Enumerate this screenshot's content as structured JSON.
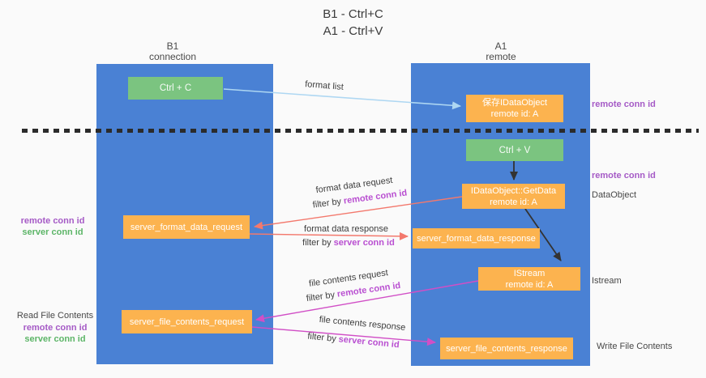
{
  "title": {
    "line1": "B1 - Ctrl+C",
    "line2": "A1 - Ctrl+V"
  },
  "columns": {
    "left": {
      "name": "B1",
      "role": "connection"
    },
    "right": {
      "name": "A1",
      "role": "remote"
    }
  },
  "boxes": {
    "ctrl_c": "Ctrl + C",
    "ctrl_v": "Ctrl + V",
    "save_obj_l1": "保存IDataObject",
    "save_obj_l2": "remote id: A",
    "getdata_l1": "IDataObject::GetData",
    "getdata_l2": "remote id: A",
    "istream_l1": "IStream",
    "istream_l2": "remote id: A",
    "fmt_req": "server_format_data_request",
    "fmt_resp": "server_format_data_response",
    "file_req": "server_file_contents_request",
    "file_resp": "server_file_contents_response"
  },
  "labels": {
    "format_list": "format list",
    "format_data_request": "format data request",
    "format_data_response": "format data response",
    "file_contents_request": "file contents request",
    "file_contents_response": "file contents response",
    "filter_by": "filter by",
    "remote_conn_id": "remote conn id",
    "server_conn_id": "server conn id",
    "dataobject": "DataObject",
    "istream": "Istream",
    "read_file_contents": "Read File Contents",
    "write_file_contents": "Write File Contents"
  },
  "colors": {
    "column_blue": "#4a81d4",
    "box_green": "#7bc480",
    "box_orange": "#fcb34f",
    "arrow_light_blue": "#aed7f2",
    "arrow_red": "#f3796d",
    "arrow_magenta": "#d14fc6",
    "arrow_black": "#333333",
    "text_purple": "#a55ac6",
    "text_green": "#5cb567",
    "text_magenta": "#b94fd1",
    "background": "#fafafa"
  }
}
